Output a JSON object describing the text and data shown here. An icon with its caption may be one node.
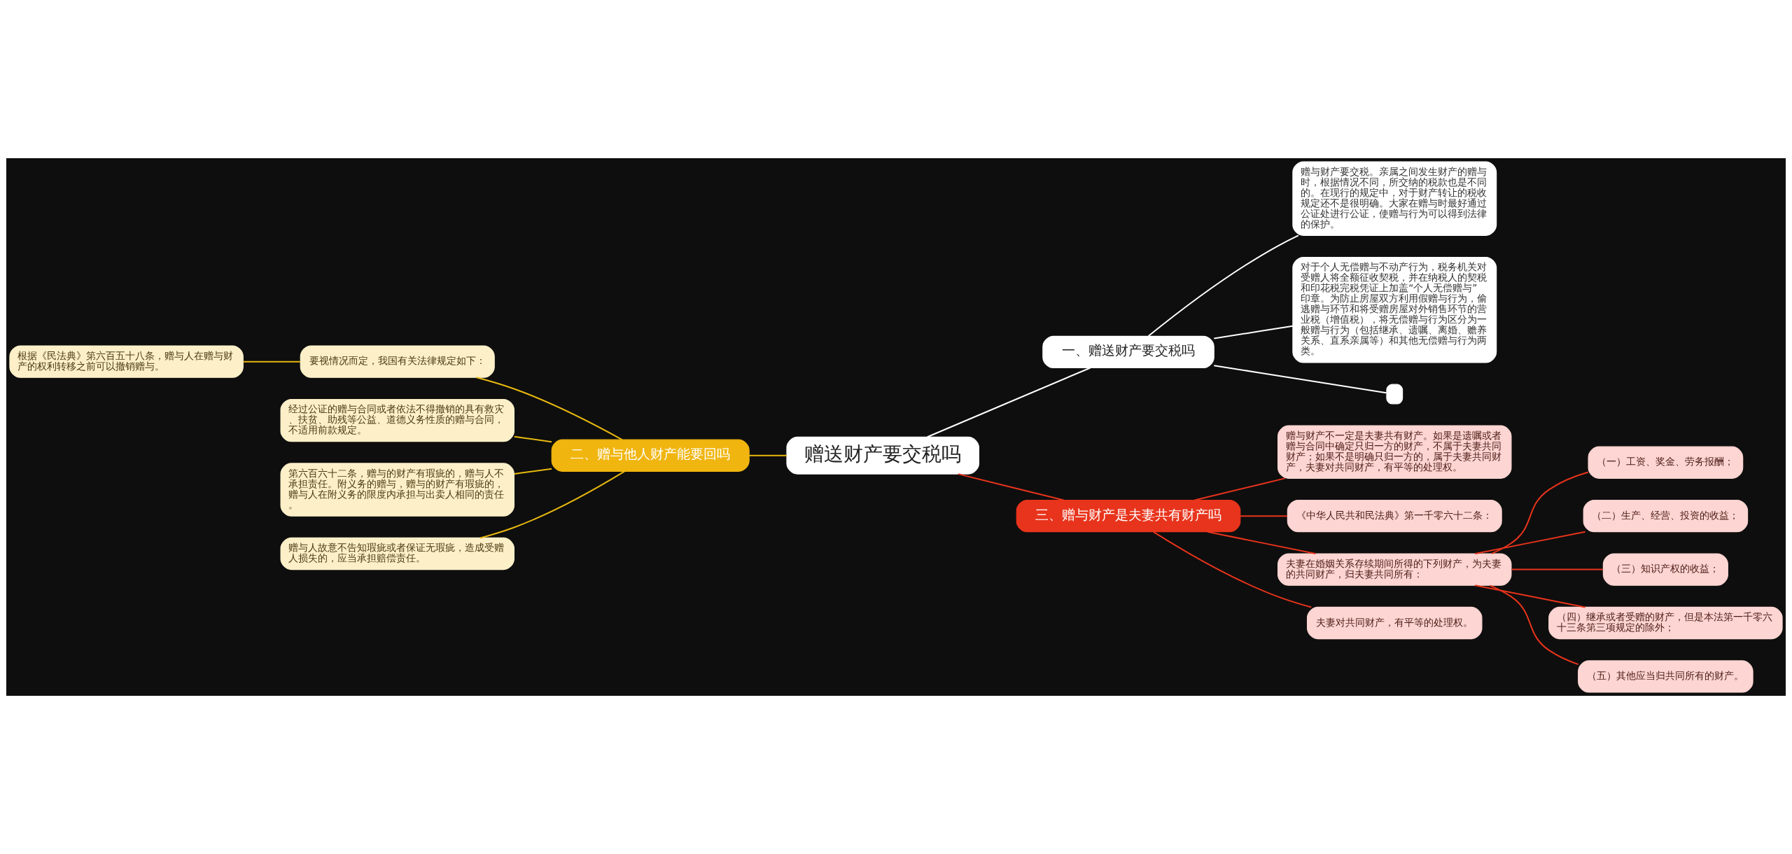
{
  "diagram": {
    "nodes": [
      {
        "text": [
          "赠送财产要交税吗"
        ]
      },
      {
        "text": [
          "一、赠送财产要交税吗"
        ]
      },
      {
        "text": [
          "赠与财产要交税。亲属之间发生财产的赠与时，根据情况不同，所交纳的税款也是不同的。在现行的规定中，对于财产转让的税收规定还不是很明确。大家在赠与时最好通过公证处进行公证，使赠与行为可以得到法律的保护。"
        ]
      },
      {
        "text": [
          "对于个人无偿赠与不动产行为，税务机关对受赠人将全额征收契税，并在纳税人的契税和印花税完税凭证上加盖“个人无偿赠与”印章。为防止房屋双方利用假赠与行为，偷逃赠与环节和将受赠房屋对外销售环节的营业税（增值税），将无偿赠与行为区分为一般赠与行为（包括继承、遗嘱、离婚、赡养关系、直系亲属等）和其他无偿赠与行为两类。"
        ]
      },
      {
        "text": [],
        "shape": "box"
      },
      {
        "text": [
          "二、赠与他人财产能要回吗"
        ]
      },
      {
        "text": [
          "要视情况而定，我国有关法律规定如下："
        ]
      },
      {
        "text": [
          "根据《民法典》第六百五十八条，赠与人在赠与财产的权利转移之前可以撤销赠与。"
        ]
      },
      {
        "text": [
          "经过公证的赠与合同或者依法不得撤销的具有救灾、扶贫、助残等公益、道德义务性质的赠与合同，不适用前款规定。"
        ]
      },
      {
        "text": [
          "第六百六十二条，赠与的财产有瑕疵的，赠与人不承担责任。附义务的赠与，赠与的财产有瑕疵的，赠与人在附义务的限度内承担与出卖人相同的责任。"
        ]
      },
      {
        "text": [
          "赠与人故意不告知瑕疵或者保证无瑕疵，造成受赠人损失的，应当承担赔偿责任。"
        ]
      },
      {
        "text": [
          "三、赠与财产是夫妻共有财产吗"
        ]
      },
      {
        "text": [
          "赠与财产不一定是夫妻共有财产。如果是遗嘱或者赠与合同中确定只归一方的财产，不属于夫妻共同财产；如果不是明确只归一方的，属于夫妻共同财产，夫妻对共同财产，有平等的处理权。"
        ]
      },
      {
        "text": [
          "《中华人民共和民法典》第一千零六十二条："
        ]
      },
      {
        "text": [
          "夫妻在婚姻关系存续期间所得的下列财产，为夫妻的共同财产，归夫妻共同所有："
        ]
      },
      {
        "text": [
          "（一）工资、奖金、劳务报酬；"
        ]
      },
      {
        "text": [
          "（二）生产、经营、投资的收益；"
        ]
      },
      {
        "text": [
          "（三）知识产权的收益；"
        ]
      },
      {
        "text": [
          "（四）继承或者受赠的财产，但是本法第一千零六十三条第三项规定的除外；"
        ]
      },
      {
        "text": [
          "（五）其他应当归共同所有的财产。"
        ]
      },
      {
        "text": [
          "夫妻对共同财产，有平等的处理权。"
        ]
      }
    ],
    "edges": [
      {
        "from": 0,
        "to": 1,
        "arrow": "none",
        "color": "#ffffff"
      },
      {
        "from": 1,
        "to": 2,
        "arrow": "none",
        "color": "#ffffff"
      },
      {
        "from": 1,
        "to": 3,
        "arrow": "none",
        "color": "#ffffff"
      },
      {
        "from": 1,
        "to": 4,
        "arrow": "none",
        "color": "#ffffff"
      },
      {
        "from": 5,
        "to": 0,
        "arrow": "none",
        "color": "#e8b90f"
      },
      {
        "from": 6,
        "to": 5,
        "arrow": "none",
        "color": "#e8b90f"
      },
      {
        "from": 7,
        "to": 6,
        "arrow": "none",
        "color": "#e8b90f"
      },
      {
        "from": 8,
        "to": 5,
        "arrow": "none",
        "color": "#e8b90f"
      },
      {
        "from": 9,
        "to": 5,
        "arrow": "none",
        "color": "#e8b90f"
      },
      {
        "from": 10,
        "to": 5,
        "arrow": "none",
        "color": "#e8b90f"
      },
      {
        "from": 0,
        "to": 11,
        "arrow": "none",
        "color": "#e8341c"
      },
      {
        "from": 11,
        "to": 12,
        "arrow": "none",
        "color": "#e8341c"
      },
      {
        "from": 11,
        "to": 13,
        "arrow": "none",
        "color": "#e8341c"
      },
      {
        "from": 11,
        "to": 14,
        "arrow": "none",
        "color": "#e8341c"
      },
      {
        "from": 14,
        "to": 15,
        "arrow": "none",
        "color": "#e8341c"
      },
      {
        "from": 14,
        "to": 16,
        "arrow": "none",
        "color": "#e8341c"
      },
      {
        "from": 14,
        "to": 17,
        "arrow": "none",
        "color": "#e8341c"
      },
      {
        "from": 14,
        "to": 18,
        "arrow": "none",
        "color": "#e8341c"
      },
      {
        "from": 14,
        "to": 19,
        "arrow": "none",
        "color": "#e8341c"
      },
      {
        "from": 11,
        "to": 20,
        "arrow": "none",
        "color": "#e8341c"
      }
    ]
  }
}
